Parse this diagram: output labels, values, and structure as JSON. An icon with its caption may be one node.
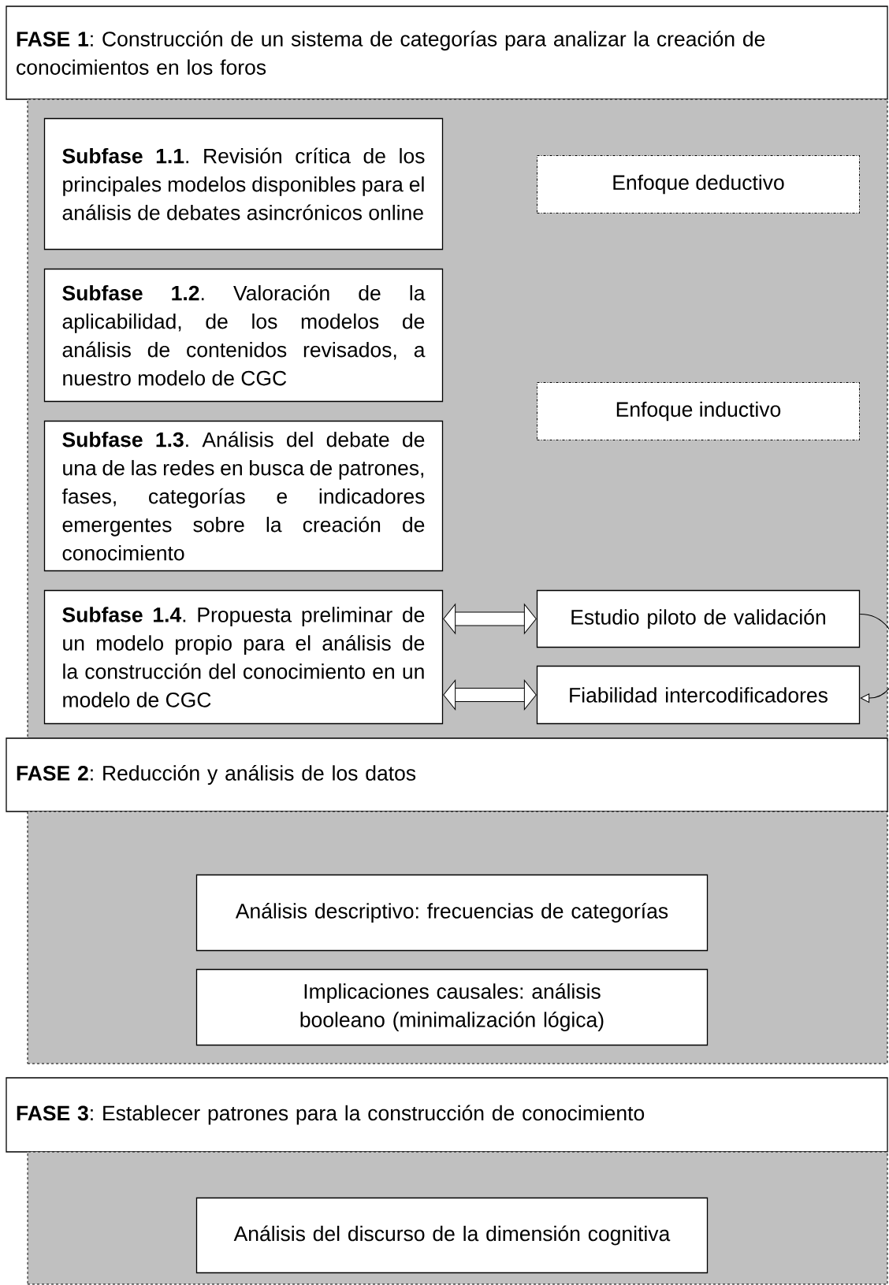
{
  "diagram": {
    "nodes": [
      {
        "text": [
          "**FASE 1**: Construcción de un sistema de categorías para analizar la creación de conocimientos en los foros"
        ]
      },
      {
        "text": [],
        "shape": "box"
      },
      {
        "text": [
          "**Subfase 1.1**. Revisión crítica de los principales modelos disponibles para el análisis de debates asincrónicos online"
        ],
        "in": 1
      },
      {
        "text": [
          "Enfoque deductivo"
        ],
        "in": 1
      },
      {
        "text": [
          "**Subfase 1.2**. Valoración de la aplicabilidad, de los modelos de análisis de contenidos revisados, a nuestro modelo de CGC"
        ],
        "in": 1
      },
      {
        "text": [
          "Enfoque inductivo"
        ],
        "in": 1
      },
      {
        "text": [
          "**Subfase 1.3**. Análisis del debate de una de las redes en busca de patrones, fases, categorías e indicadores emergentes sobre la creación de conocimiento"
        ],
        "in": 1
      },
      {
        "text": [
          "**Subfase 1.4**. Propuesta preliminar de un modelo propio para el análisis de la construcción del conocimiento en un modelo de CGC"
        ],
        "in": 1
      },
      {
        "text": [
          "Estudio piloto de validación"
        ],
        "in": 1
      },
      {
        "text": [
          "Fiabilidad intercodificadores"
        ],
        "in": 1
      },
      {
        "text": [
          "**FASE 2**: Reducción y análisis de los datos"
        ]
      },
      {
        "text": [],
        "shape": "box"
      },
      {
        "text": [
          "Análisis descriptivo: frecuencias de categorías"
        ],
        "in": 11
      },
      {
        "text": [
          "Implicaciones causales: análisis booleano (minimalización lógica)"
        ],
        "in": 11
      },
      {
        "text": [
          "**FASE 3**: Establecer patrones para la construcción de conocimiento"
        ]
      },
      {
        "text": [],
        "shape": "box"
      },
      {
        "text": [
          "Análisis del discurso de la dimensión cognitiva"
        ],
        "in": 15
      }
    ],
    "edges": [
      {
        "from": 7,
        "to": 8,
        "arrow": "both"
      },
      {
        "from": 7,
        "to": 9,
        "arrow": "both"
      },
      {
        "from": 8,
        "to": 9,
        "arrow": "to"
      }
    ]
  }
}
